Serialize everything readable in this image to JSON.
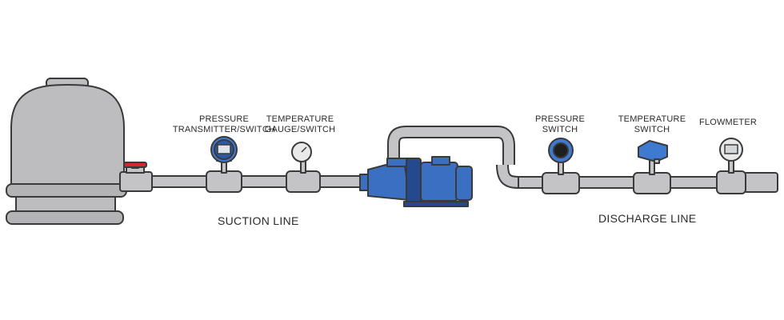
{
  "labels": {
    "pressure_transmitter": [
      "PRESSURE",
      "TRANSMITTER/SWITCH"
    ],
    "temperature_gauge": [
      "TEMPERATURE",
      "GAUGE/SWITCH"
    ],
    "pressure_switch": [
      "PRESSURE",
      "SWITCH"
    ],
    "temperature_switch": [
      "TEMPERATURE",
      "SWITCH"
    ],
    "flowmeter": [
      "FLOWMETER"
    ],
    "suction_line": "SUCTION LINE",
    "discharge_line": "DISCHARGE LINE"
  },
  "colors": {
    "tank": "#bdbdbf",
    "pipe": "#c4c4c6",
    "outline": "#3a3a3a",
    "pump_blue": "#3a6fc1",
    "pump_dark": "#24498f",
    "valve_handle": "#d8242b",
    "device_blue": "#3e7ad0"
  }
}
